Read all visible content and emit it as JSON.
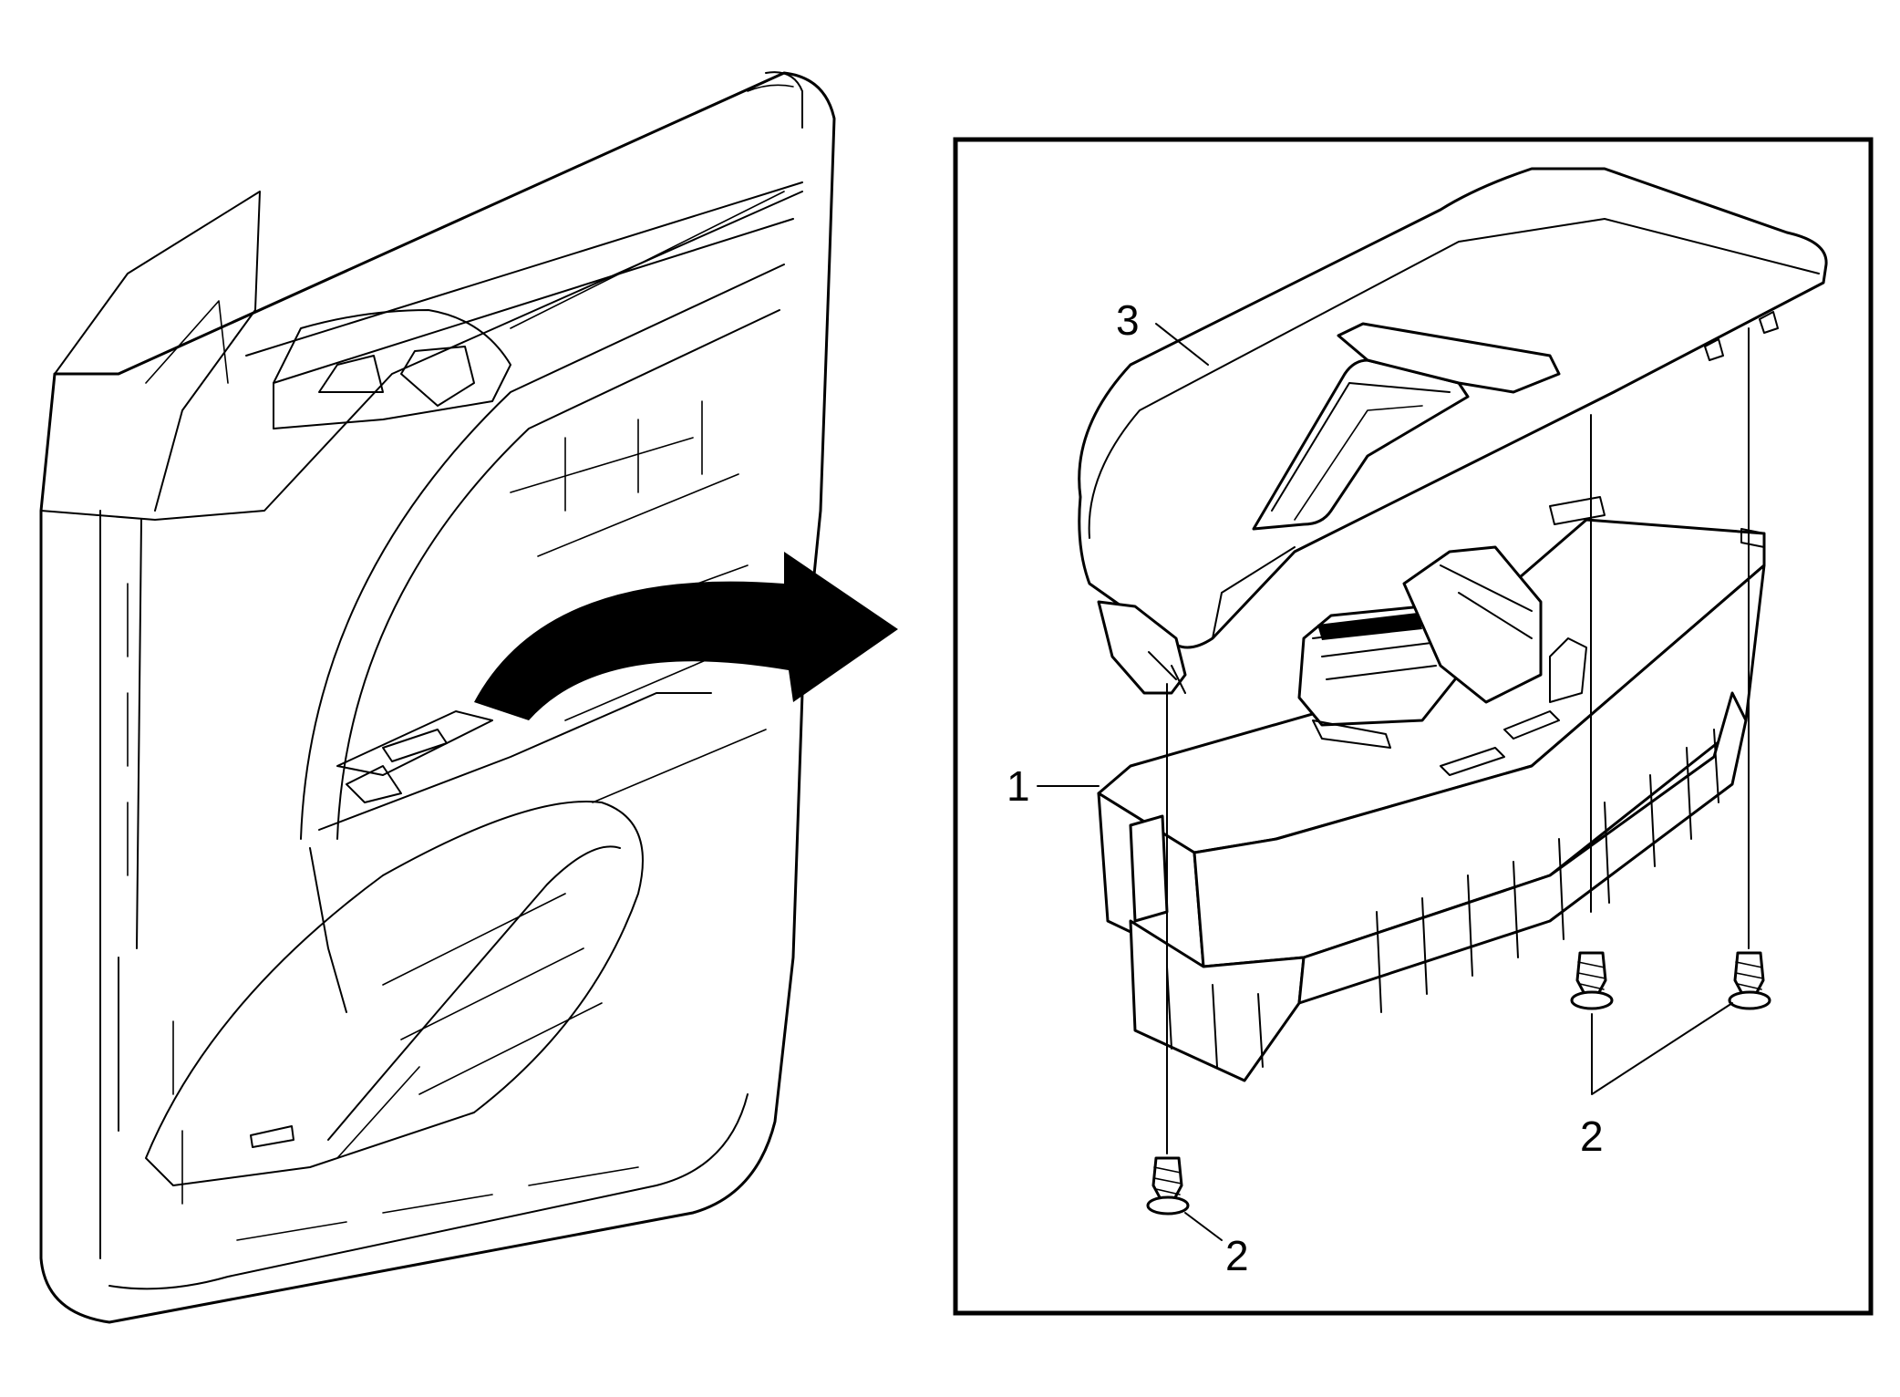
{
  "callouts": {
    "switch_assembly": "1",
    "screw_left": "2",
    "screws_right": "2",
    "bezel": "3"
  }
}
